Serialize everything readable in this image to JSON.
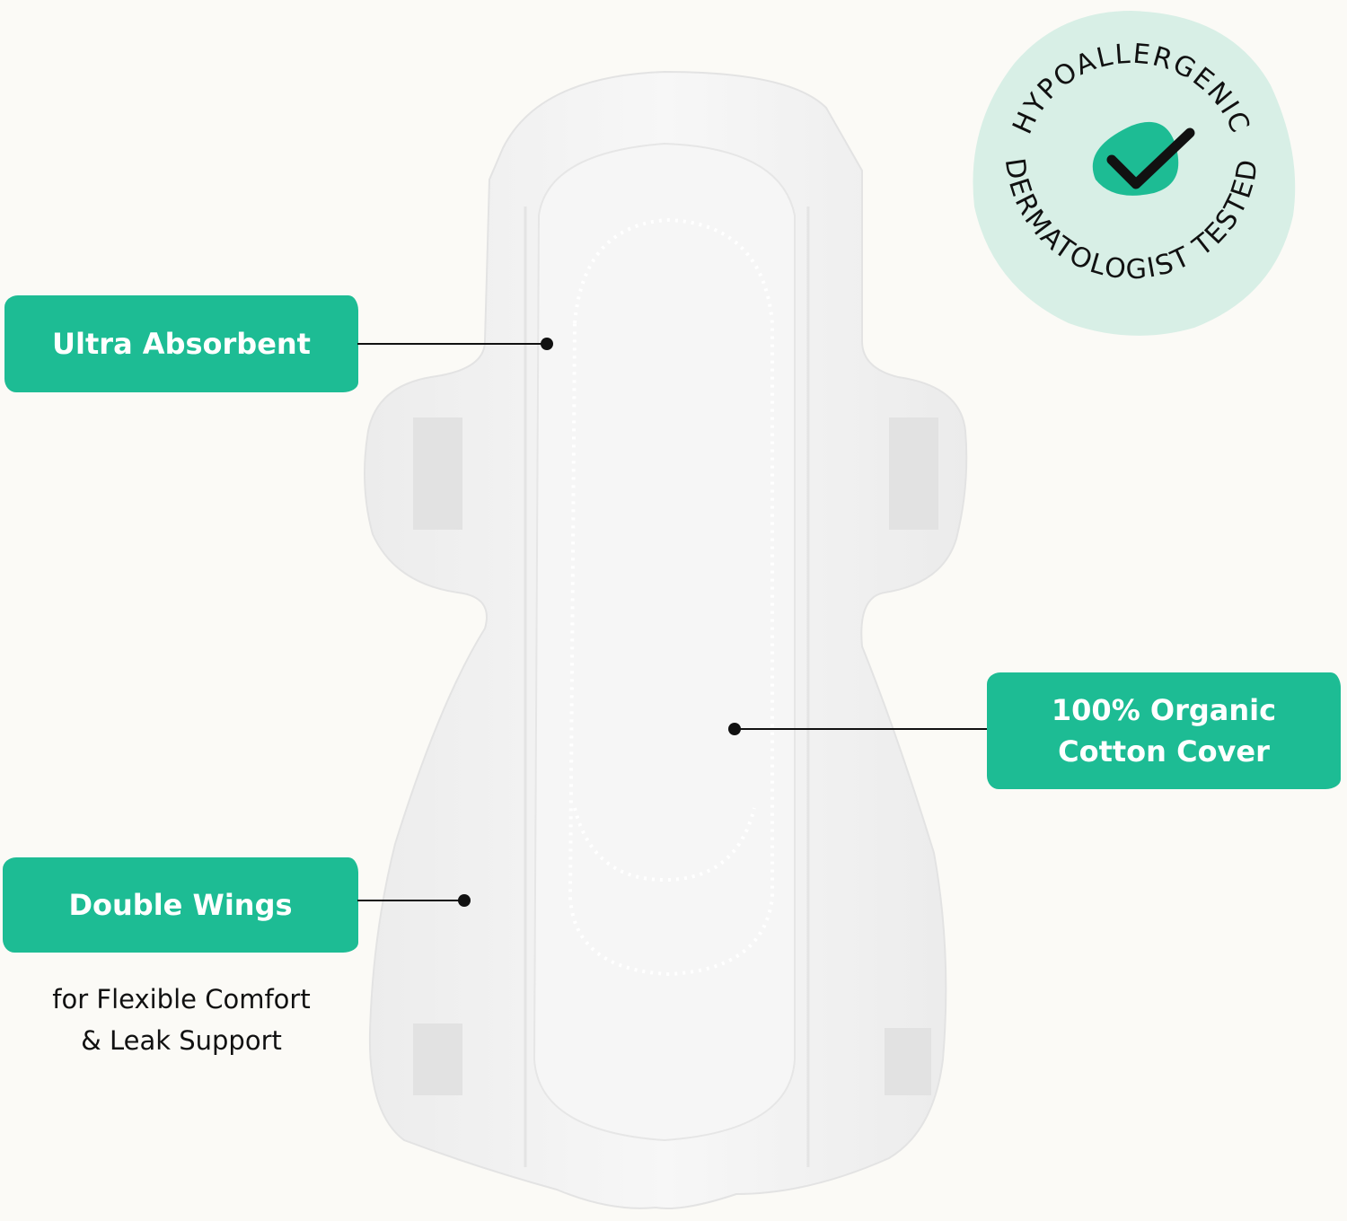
{
  "badge": {
    "top_text": "HYPOALLERGENIC",
    "bottom_text": "DERMATOLOGIST TESTED",
    "icon": "checkmark-icon",
    "bg_color": "#d8efe6",
    "blob_color": "#1dbc94"
  },
  "callouts": {
    "ultra_absorbent": {
      "label": "Ultra Absorbent"
    },
    "organic_cotton": {
      "line1": "100% Organic",
      "line2": "Cotton Cover"
    },
    "double_wings": {
      "label": "Double Wings",
      "subtext_line1": "for Flexible Comfort",
      "subtext_line2": "& Leak Support"
    }
  },
  "product": {
    "image": "sanitary-pad-illustration"
  },
  "colors": {
    "accent": "#1dbc94",
    "background": "#fbfaf6",
    "text": "#111111"
  }
}
